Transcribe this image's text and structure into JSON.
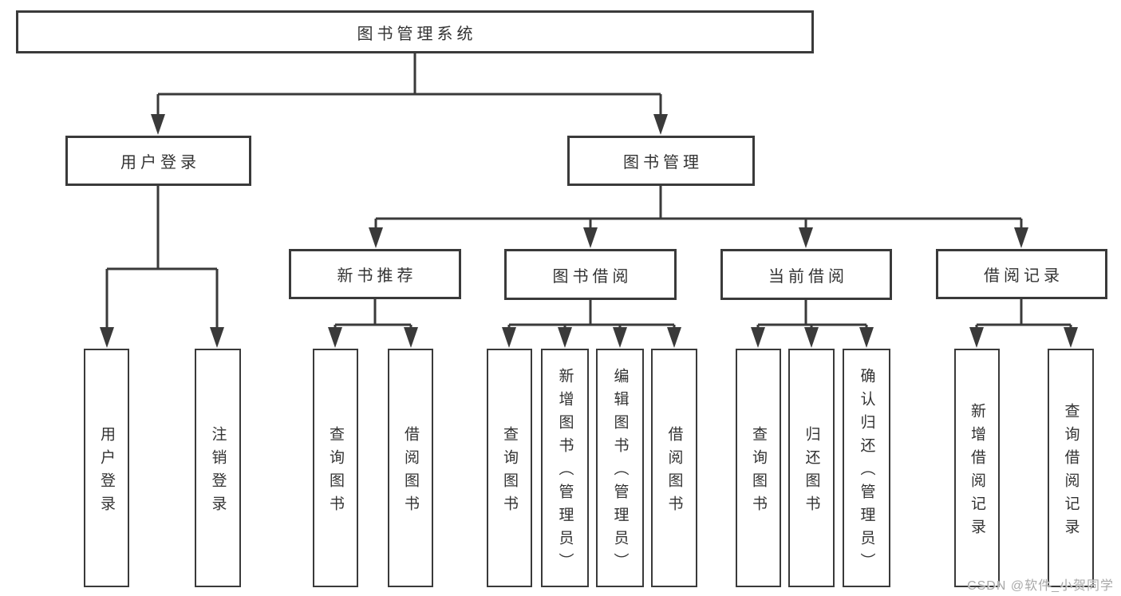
{
  "tree": {
    "root": {
      "label": "图书管理系统"
    },
    "branches": [
      {
        "label": "用户登录",
        "children": [
          {
            "label": "用户登录"
          },
          {
            "label": "注销登录"
          }
        ]
      },
      {
        "label": "图书管理",
        "children": [
          {
            "label": "新书推荐",
            "children": [
              {
                "label": "查询图书"
              },
              {
                "label": "借阅图书"
              }
            ]
          },
          {
            "label": "图书借阅",
            "children": [
              {
                "label": "查询图书"
              },
              {
                "label": "新增图书（管理员）"
              },
              {
                "label": "编辑图书（管理员）"
              },
              {
                "label": "借阅图书"
              }
            ]
          },
          {
            "label": "当前借阅",
            "children": [
              {
                "label": "查询图书"
              },
              {
                "label": "归还图书"
              },
              {
                "label": "确认归还（管理员）"
              }
            ]
          },
          {
            "label": "借阅记录",
            "children": [
              {
                "label": "新增借阅记录"
              },
              {
                "label": "查询借阅记录"
              }
            ]
          }
        ]
      }
    ]
  },
  "watermark": {
    "text": "CSDN @软件_小贺同学"
  },
  "colors": {
    "line": "#3a3a3a",
    "text": "#333333",
    "background": "#ffffff",
    "watermark": "#a9a9a9"
  }
}
